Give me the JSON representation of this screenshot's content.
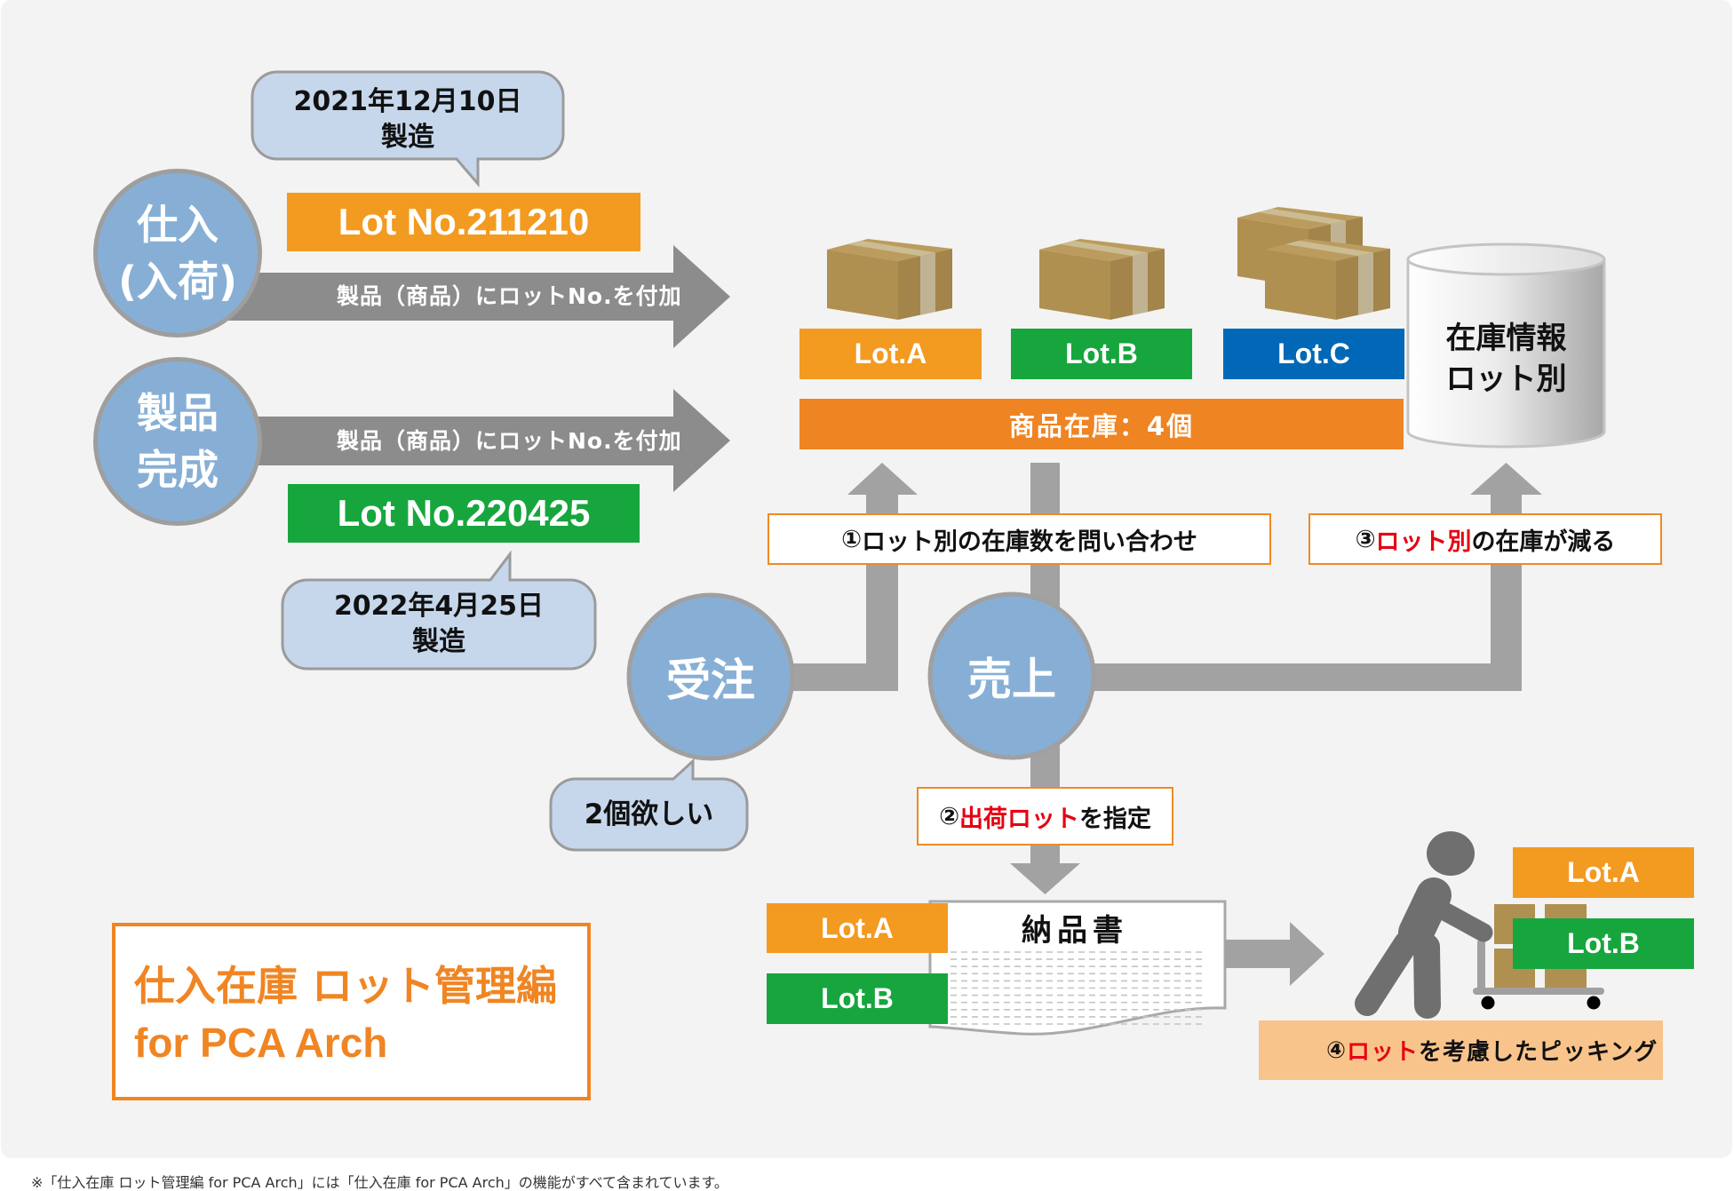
{
  "colors": {
    "lot_a": "#f39a21",
    "lot_b": "#17a63e",
    "lot_c": "#0068b7",
    "stock_bar": "#ef8422",
    "highlight_red": "#e60012",
    "title_orange": "#f08523",
    "node_blue": "#87afd6",
    "picking_label": "#f9c48b"
  },
  "inputs": [
    {
      "node_line1": "仕入",
      "node_line2": "(入荷)",
      "arrow_label": "製品（商品）にロットNo.を付加",
      "lot_number": "Lot No.211210",
      "bubble_line1": "2021年12月10日",
      "bubble_line2": "製造"
    },
    {
      "node_line1": "製品",
      "node_line2": "完成",
      "arrow_label": "製品（商品）にロットNo.を付加",
      "lot_number": "Lot No.220425",
      "bubble_line1": "2022年4月25日",
      "bubble_line2": "製造"
    }
  ],
  "inventory": {
    "lots": [
      {
        "label": "Lot.A",
        "box_count": 1
      },
      {
        "label": "Lot.B",
        "box_count": 1
      },
      {
        "label": "Lot.C",
        "box_count": 2
      }
    ],
    "total_label": "商品在庫：4個",
    "database_line1": "在庫情報",
    "database_line2": "ロット別"
  },
  "order": {
    "label": "受注",
    "request_bubble": "2個欲しい"
  },
  "sales": {
    "label": "売上"
  },
  "steps": [
    {
      "number": "①",
      "highlight": "",
      "text": "ロット別の在庫数を問い合わせ"
    },
    {
      "number": "②",
      "highlight": "出荷ロット",
      "text": "を指定"
    },
    {
      "number": "③",
      "highlight": "ロット別",
      "text": "の在庫が減る"
    },
    {
      "number": "④",
      "highlight": "ロット",
      "text": "を考慮したピッキング"
    }
  ],
  "delivery_note": {
    "title": "納品書",
    "lots": [
      "Lot.A",
      "Lot.B"
    ]
  },
  "picking": {
    "lots": [
      "Lot.A",
      "Lot.B"
    ]
  },
  "title": {
    "line1": "仕入在庫 ロット管理編",
    "line2": "for PCA Arch"
  },
  "footnote": "※「仕入在庫 ロット管理編 for PCA Arch」には「仕入在庫 for PCA Arch」の機能がすべて含まれています。"
}
